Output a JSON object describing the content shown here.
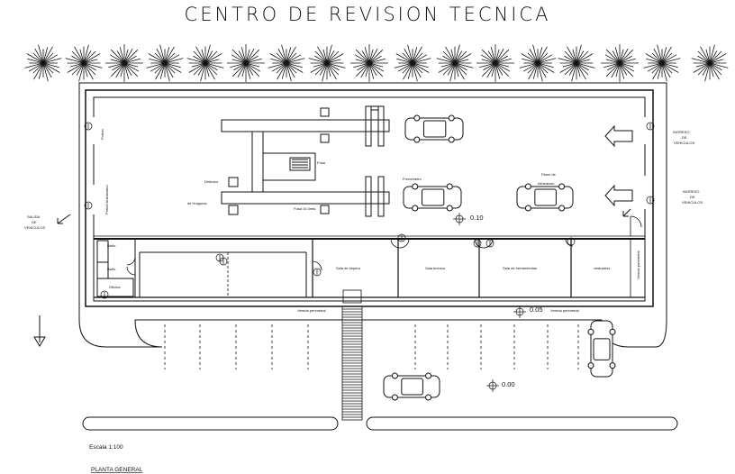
{
  "title": "CENTRO DE REVISION TECNICA",
  "labels": {
    "porton": "Porton",
    "porton_automatico": "Porton Automatico",
    "fosa": "Fosa",
    "detector": "Detector",
    "de_holguras": "de Holguras",
    "frenometro": "Frenometro",
    "fosa_dim": "Fosa 10.0mts.",
    "plano_alineacion_1": "Plano de",
    "plano_alineacion_2": "Alineacion",
    "ingreso_1": "INGRESO",
    "ingreso_2": "DE",
    "ingreso_3": "VEHICULOS",
    "salida_1": "SALIDA",
    "salida_2": "DE",
    "salida_3": "VEHICULOS",
    "level_010": "0.10",
    "level_005": "0.05",
    "level_000": "0.00",
    "sala_espera": "Sala de espera",
    "sala_tecnica": "Sala tecnica",
    "sala_herramientas": "Sala de herramientas",
    "vestuarios": "vestuarios",
    "oficina": "Oficina",
    "bano_1": "Baño",
    "bano_2": "Baño",
    "vereda": "Vereda perimetral",
    "escala": "Escala 1:100",
    "planta_general": "PLANTA GENERAL"
  }
}
